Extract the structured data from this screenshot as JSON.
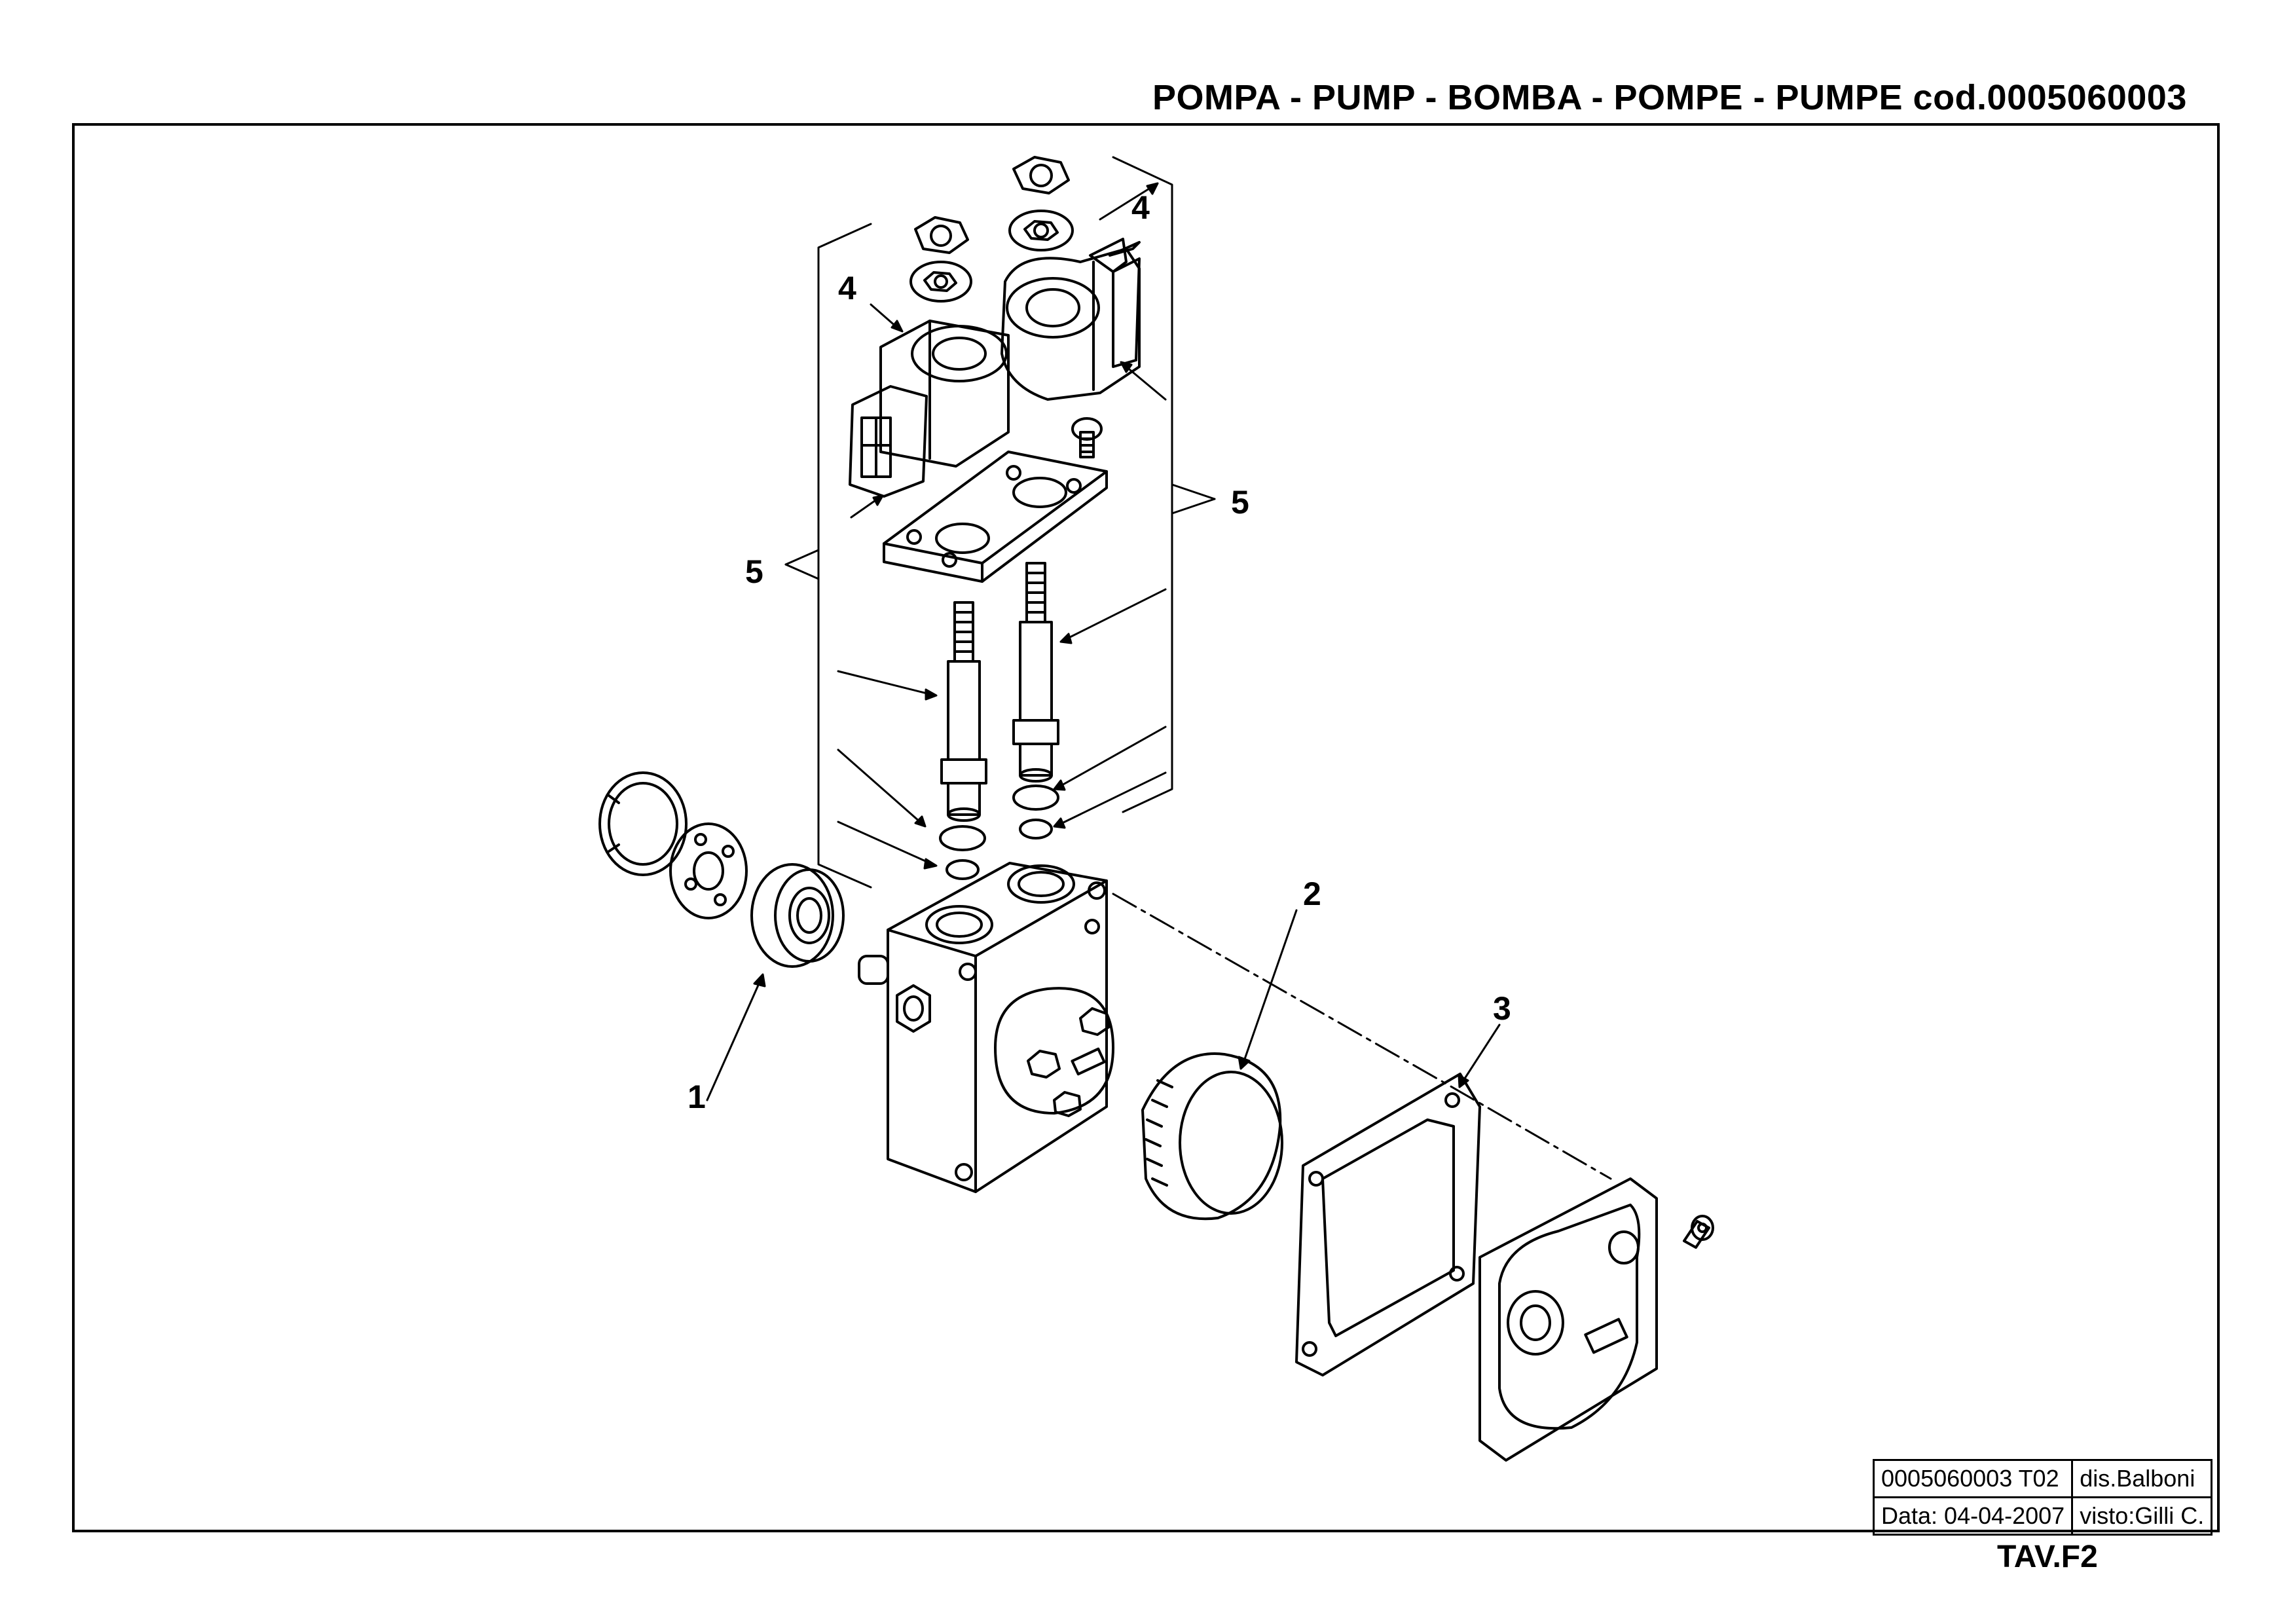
{
  "header": {
    "title": "POMPA - PUMP - BOMBA - POMPE - PUMPE  cod.0005060003"
  },
  "callouts": [
    "1",
    "2",
    "3",
    "4",
    "4",
    "5",
    "5"
  ],
  "title_block": {
    "code": "0005060003 T02",
    "drawn_by": "dis.Balboni",
    "date": "Data:  04-04-2007",
    "checked_by": "visto:Gilli C."
  },
  "sheet_number": "TAV.F2"
}
